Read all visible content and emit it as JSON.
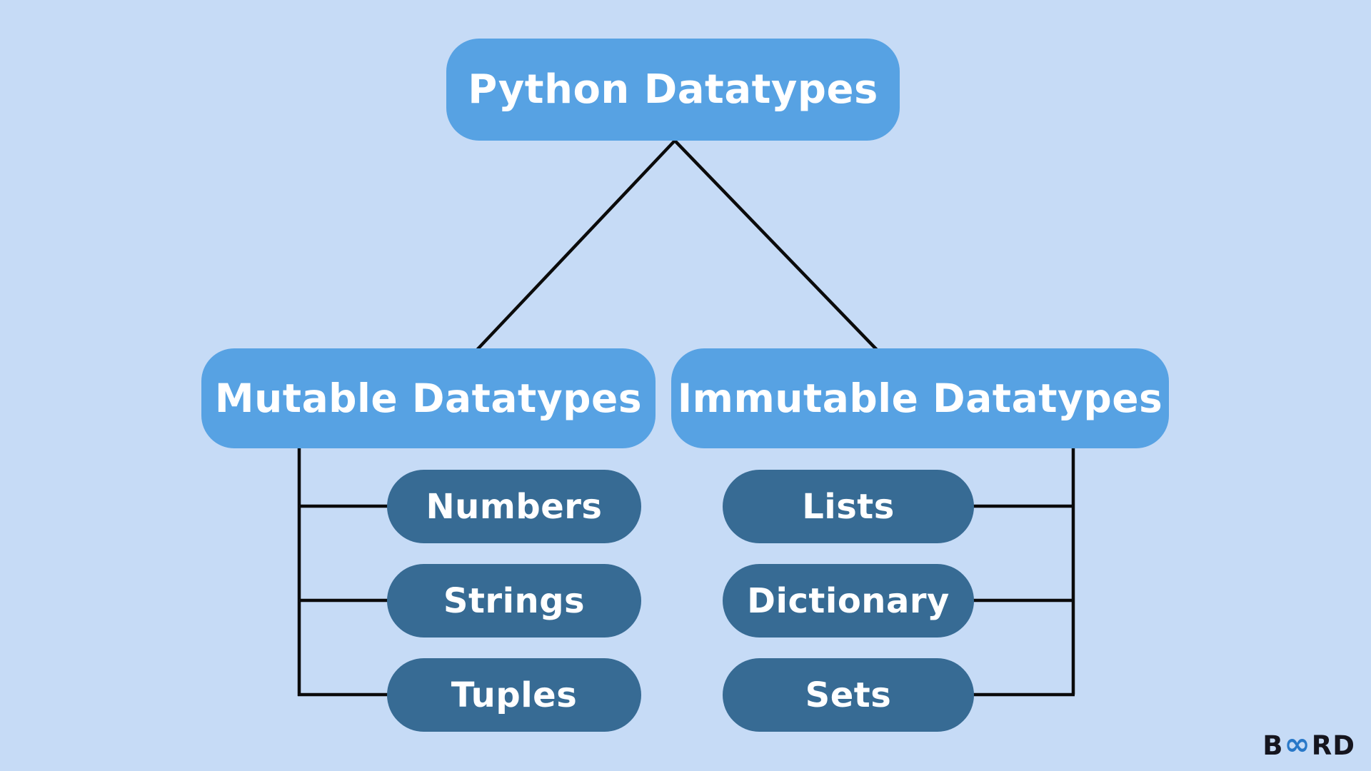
{
  "diagram": {
    "title": "Python Datatypes",
    "branches": [
      {
        "label": "Mutable Datatypes",
        "children": [
          "Numbers",
          "Strings",
          "Tuples"
        ]
      },
      {
        "label": "Immutable Datatypes",
        "children": [
          "Lists",
          "Dictionary",
          "Sets"
        ]
      }
    ]
  },
  "logo": {
    "prefix": "B",
    "infinity": "∞",
    "suffix": "RD"
  },
  "colors": {
    "bg": "#C6DBF6",
    "node-light": "#57A2E3",
    "node-dark": "#376B94",
    "line": "#0b0b0b",
    "logo-dark": "#15151E",
    "logo-blue": "#2878C8"
  }
}
